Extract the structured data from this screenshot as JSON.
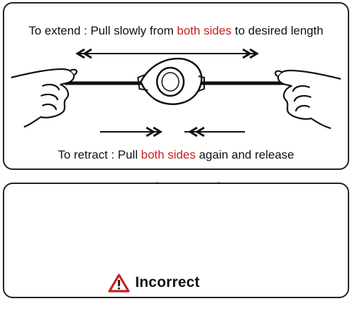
{
  "colors": {
    "accent_red": "#c4201e",
    "cross_gray": "#9a9a9a",
    "ink": "#111111"
  },
  "top_panel": {
    "extend": {
      "prefix": "To extend : Pull slowly from ",
      "highlight": "both sides",
      "suffix": " to desired length"
    },
    "retract": {
      "prefix": "To retract : Pull ",
      "highlight": "both sides",
      "suffix": " again and release"
    }
  },
  "bottom_panel": {
    "warning_label": "Incorrect",
    "warning_icon": "warning-triangle-icon"
  }
}
